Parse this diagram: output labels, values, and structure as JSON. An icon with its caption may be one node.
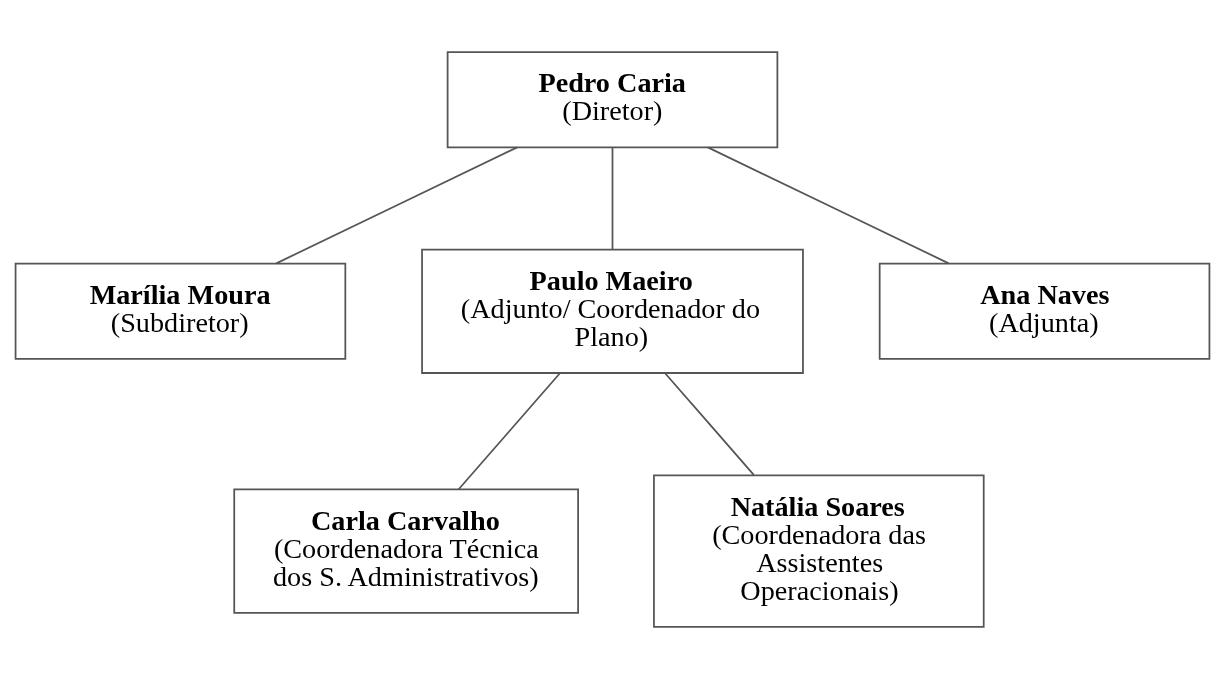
{
  "diagram": {
    "nodes": [
      {
        "text": [
          "Pedro Caria",
          "(Diretor)"
        ]
      },
      {
        "text": [
          "Marília Moura",
          "(Subdiretor)"
        ]
      },
      {
        "text": [
          "Paulo Maeiro",
          "(Adjunto/ Coordenador do Plano)"
        ]
      },
      {
        "text": [
          "Ana Naves",
          "(Adjunta)"
        ]
      },
      {
        "text": [
          "Carla Carvalho",
          "(Coordenadora Técnica dos S. Administrativos)"
        ]
      },
      {
        "text": [
          "Natália Soares",
          "(Coordenadora das Assistentes Operacionais)"
        ]
      }
    ],
    "edges": [
      {
        "from": 0,
        "to": 1,
        "arrow": "none"
      },
      {
        "from": 0,
        "to": 2,
        "arrow": "none"
      },
      {
        "from": 0,
        "to": 3,
        "arrow": "none"
      },
      {
        "from": 2,
        "to": 4,
        "arrow": "none"
      },
      {
        "from": 2,
        "to": 5,
        "arrow": "none"
      }
    ]
  }
}
